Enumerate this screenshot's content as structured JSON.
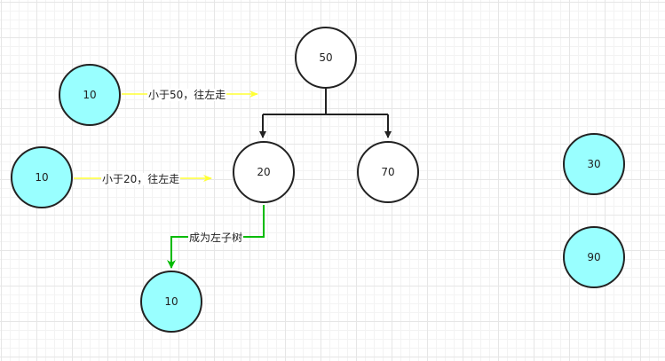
{
  "colors": {
    "tree_node_fill": "#ffffff",
    "pending_node_fill": "#99ffff",
    "stroke": "#222222",
    "compare_arrow": "#ffff33",
    "attach_arrow": "#00bb00"
  },
  "nodes": {
    "root": "50",
    "left_child": "20",
    "right_child": "70",
    "inserted": "10",
    "compare_step1": "10",
    "compare_step2": "10",
    "waiting_1": "30",
    "waiting_2": "90"
  },
  "labels": {
    "less_than_50": "小于50，往左走",
    "less_than_20": "小于20，往左走",
    "become_left_subtree": "成为左子树"
  }
}
